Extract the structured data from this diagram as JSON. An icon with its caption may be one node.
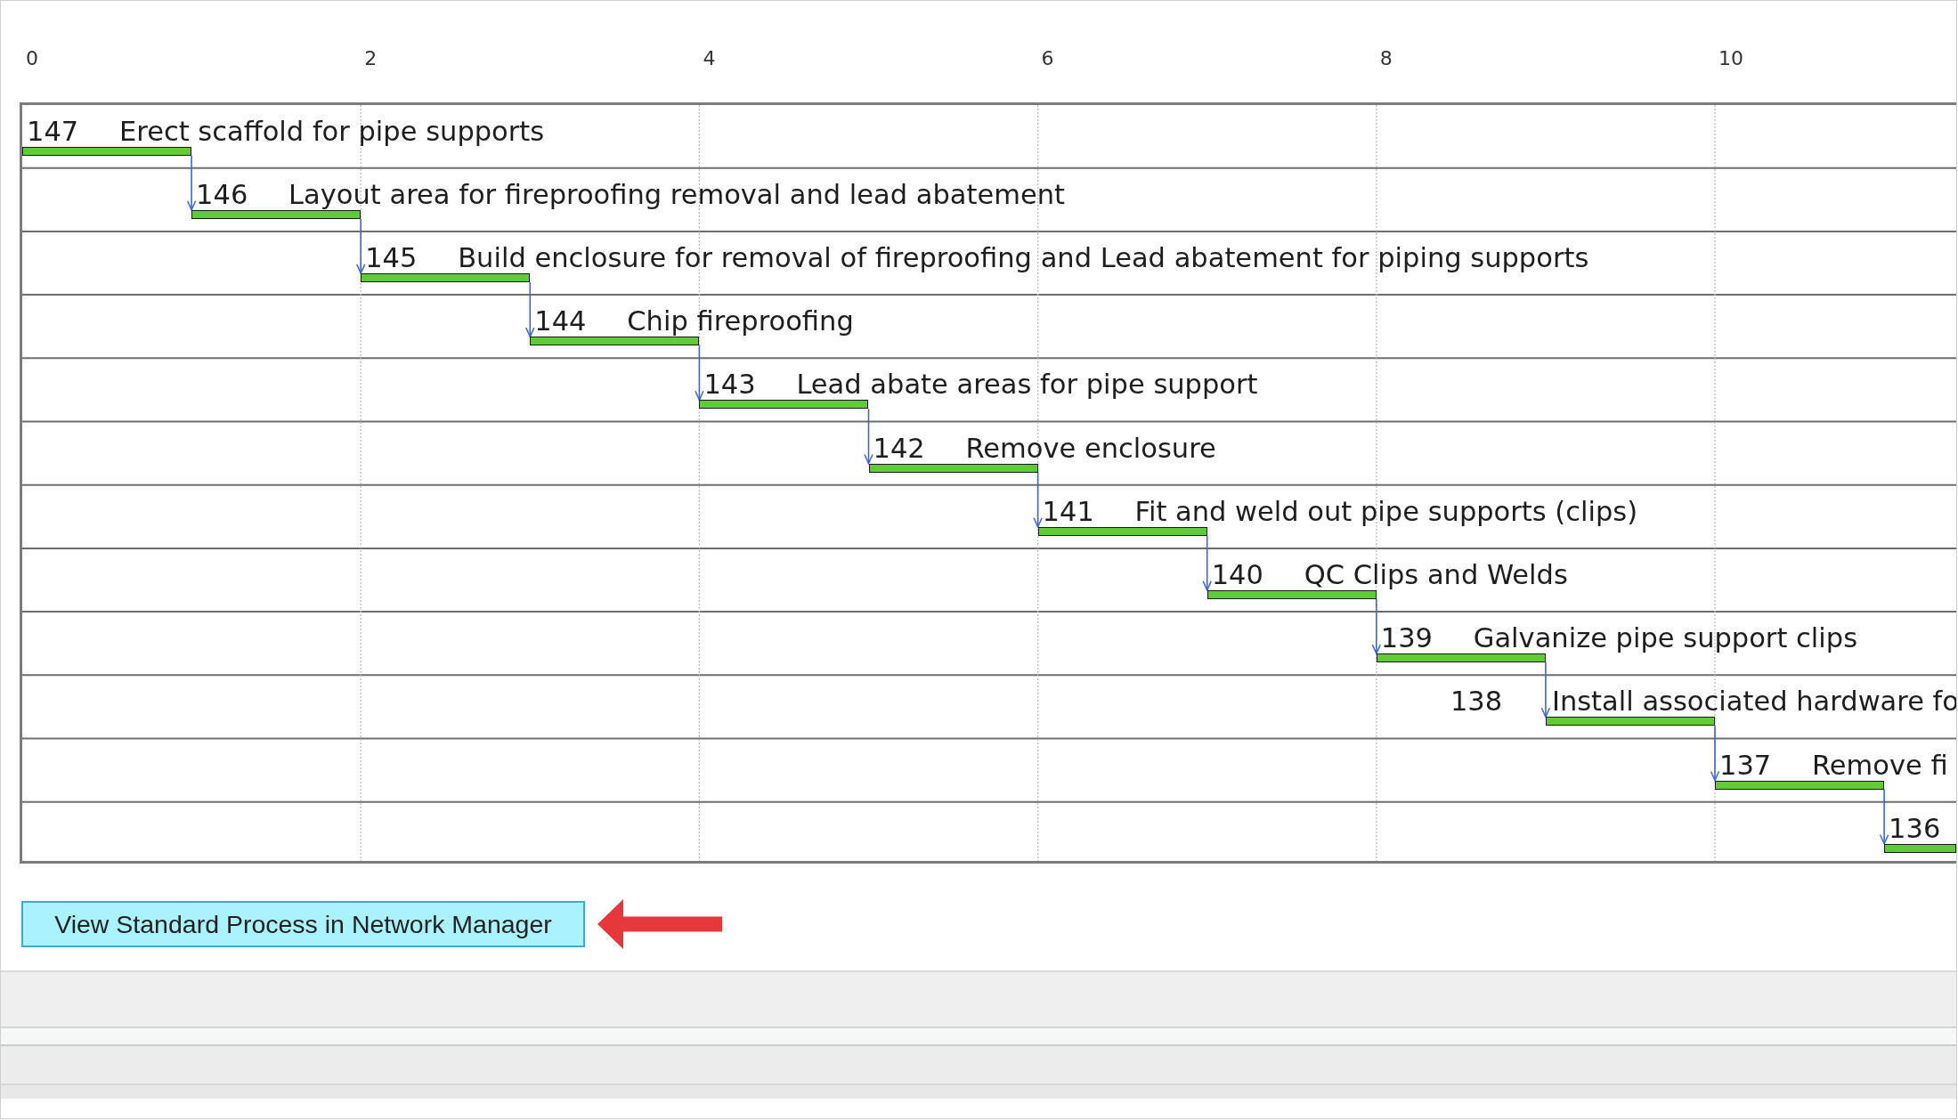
{
  "diagram": {
    "nodes": [
      {
        "text": [
          "147",
          "Erect scaffold for pipe supports"
        ]
      },
      {
        "text": [
          "146",
          "Layout area for fireproofing removal and lead abatement"
        ]
      },
      {
        "text": [
          "145",
          "Build enclosure for removal of fireproofing and Lead abatement for piping supports"
        ]
      },
      {
        "text": [
          "144",
          "Chip fireproofing"
        ]
      },
      {
        "text": [
          "143",
          "Lead abate areas for pipe support"
        ]
      },
      {
        "text": [
          "142",
          "Remove enclosure"
        ]
      },
      {
        "text": [
          "141",
          "Fit and weld out pipe supports (clips)"
        ]
      },
      {
        "text": [
          "140",
          "QC Clips and Welds"
        ]
      },
      {
        "text": [
          "139",
          "Galvanize pipe support clips"
        ]
      },
      {
        "text": [
          "138",
          "Install associated hardware fo"
        ]
      },
      {
        "text": [
          "137",
          "Remove fi"
        ]
      },
      {
        "text": [
          "136"
        ]
      },
      {
        "text": [
          "View Standard Process in Network Manager"
        ]
      }
    ],
    "edges": [
      {
        "from": 0,
        "to": 1,
        "arrow": "to"
      },
      {
        "from": 1,
        "to": 2,
        "arrow": "to"
      },
      {
        "from": 2,
        "to": 3,
        "arrow": "to"
      },
      {
        "from": 3,
        "to": 4,
        "arrow": "to"
      },
      {
        "from": 4,
        "to": 5,
        "arrow": "to"
      },
      {
        "from": 5,
        "to": 6,
        "arrow": "to"
      },
      {
        "from": 6,
        "to": 7,
        "arrow": "to"
      },
      {
        "from": 7,
        "to": 8,
        "arrow": "to"
      },
      {
        "from": 8,
        "to": 9,
        "arrow": "to"
      },
      {
        "from": 9,
        "to": 10,
        "arrow": "to"
      },
      {
        "from": 10,
        "to": 11,
        "arrow": "to"
      },
      {
        "from": null,
        "to": 12,
        "arrow": "to",
        "style": "thick",
        "color": "#e5383b"
      }
    ],
    "labels": [
      "0",
      "2",
      "4",
      "6",
      "8",
      "10"
    ]
  }
}
